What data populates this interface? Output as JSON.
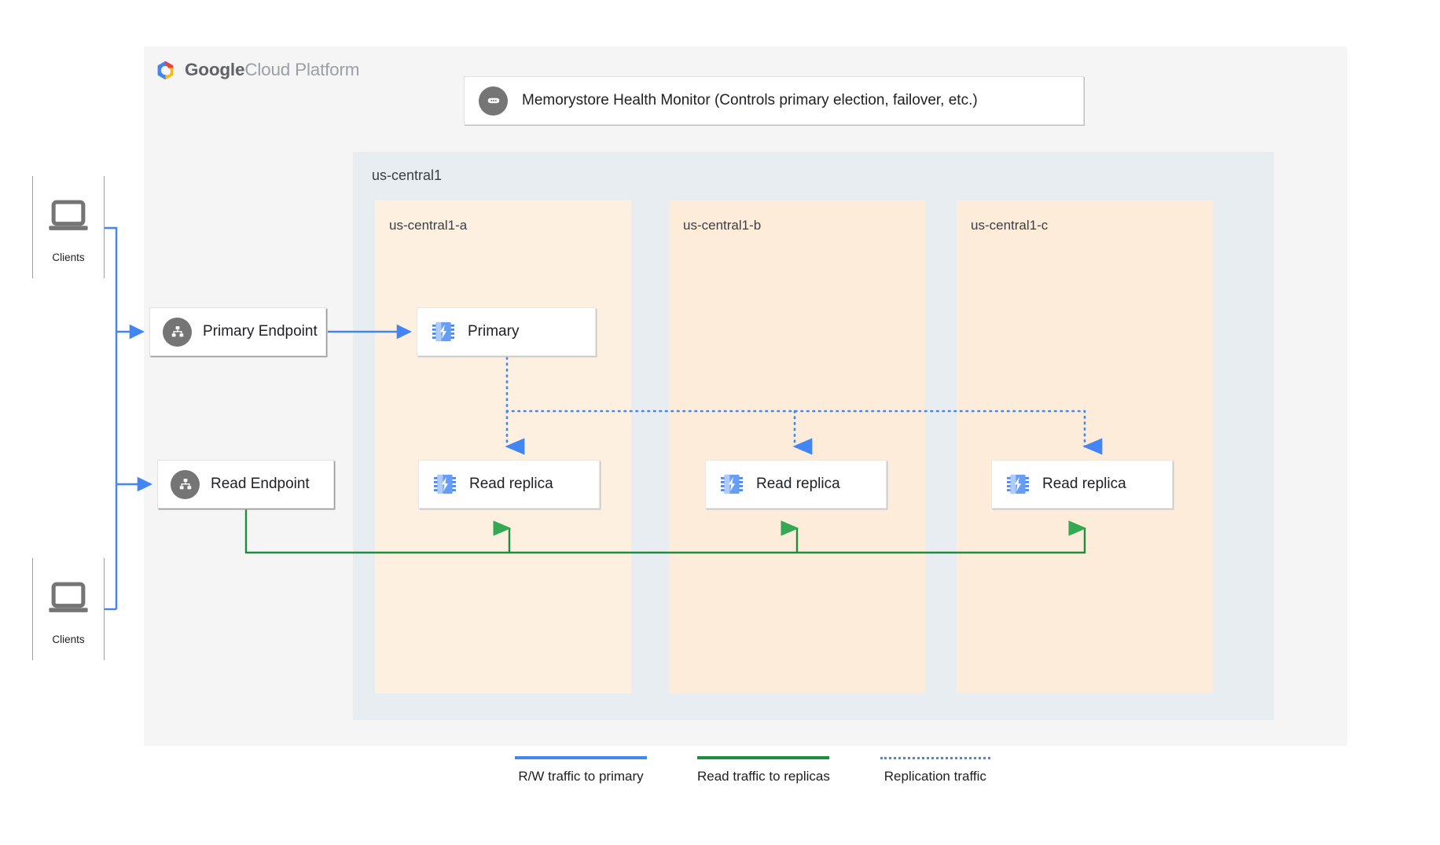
{
  "brand": {
    "logo_icon": "google-cloud-hexagon-icon",
    "name_bold": "Google",
    "name_light": "Cloud Platform"
  },
  "health_monitor": {
    "icon": "more-horizontal-circle-icon",
    "label": "Memorystore Health Monitor (Controls primary election, failover, etc.)"
  },
  "region": {
    "label": "us-central1",
    "zones": [
      {
        "label": "us-central1-a",
        "nodes": [
          {
            "name": "Primary",
            "icon": "memorystore-chip-icon"
          },
          {
            "name": "Read replica",
            "icon": "memorystore-chip-icon"
          }
        ]
      },
      {
        "label": "us-central1-b",
        "nodes": [
          {
            "name": "Read replica",
            "icon": "memorystore-chip-icon"
          }
        ]
      },
      {
        "label": "us-central1-c",
        "nodes": [
          {
            "name": "Read replica",
            "icon": "memorystore-chip-icon"
          }
        ]
      }
    ]
  },
  "endpoints": [
    {
      "label": "Primary Endpoint",
      "icon": "endpoint-hierarchy-icon"
    },
    {
      "label": "Read Endpoint",
      "icon": "endpoint-hierarchy-icon"
    }
  ],
  "clients": [
    {
      "label": "Clients",
      "icon": "laptop-icon"
    },
    {
      "label": "Clients",
      "icon": "laptop-icon"
    }
  ],
  "legend": [
    {
      "label": "R/W traffic to primary",
      "style": "solid",
      "color": "#4285f4"
    },
    {
      "label": "Read traffic to replicas",
      "style": "solid",
      "color": "#34a853"
    },
    {
      "label": "Replication traffic",
      "style": "dotted",
      "color": "#4285f4"
    }
  ],
  "colors": {
    "blue": "#4285f4",
    "green": "#34a853",
    "region_bg": "#e8edf1",
    "zone_bg": "#fdecd9",
    "panel_bg": "#f5f5f5",
    "icon_gray": "#757575"
  }
}
